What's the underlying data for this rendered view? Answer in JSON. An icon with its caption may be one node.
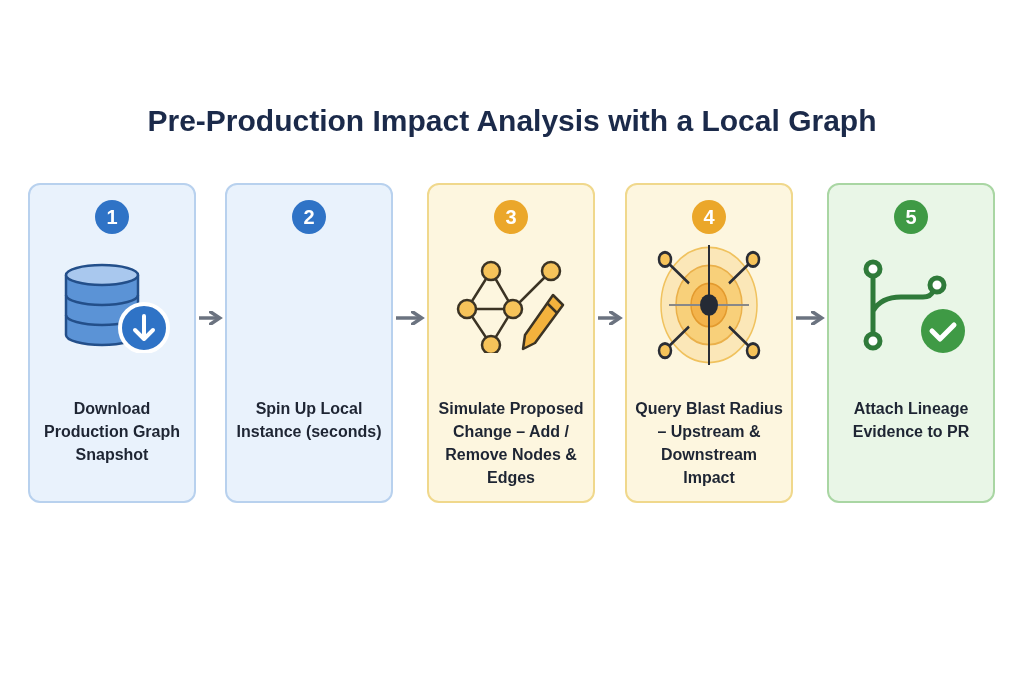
{
  "diagram": {
    "title": "Pre-Production Impact Analysis with a Local Graph",
    "nodes": [
      {
        "text": [
          "1",
          "Download Production Graph Snapshot"
        ]
      },
      {
        "text": [
          "2",
          "Spin Up Local Instance (seconds)"
        ]
      },
      {
        "text": [
          "3",
          "Simulate Proposed Change – Add / Remove Nodes & Edges"
        ]
      },
      {
        "text": [
          "4",
          "Query Blast Radius – Upstream & Downstream Impact"
        ]
      },
      {
        "text": [
          "5",
          "Attach Lineage Evidence to PR"
        ]
      }
    ],
    "edges": [
      {
        "from": 0,
        "to": 1,
        "arrow": "to"
      },
      {
        "from": 1,
        "to": 2,
        "arrow": "to"
      },
      {
        "from": 2,
        "to": 3,
        "arrow": "to"
      },
      {
        "from": 3,
        "to": 4,
        "arrow": "to"
      }
    ]
  }
}
